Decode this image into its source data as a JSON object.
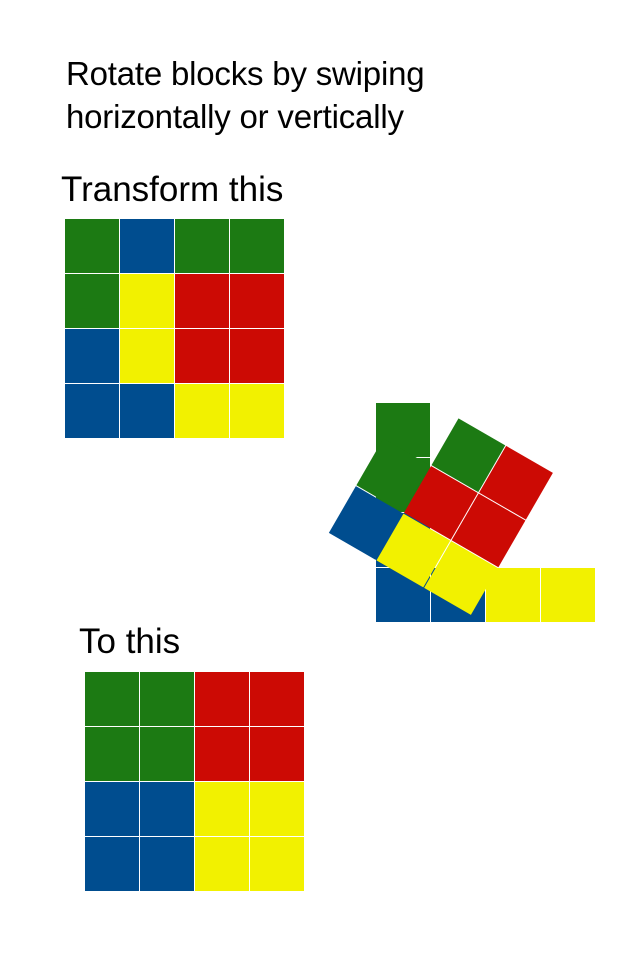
{
  "instructions": {
    "line1": "Rotate blocks by swiping",
    "line2": "horizontally or vertically"
  },
  "from_label": "Transform this",
  "to_label": "To this",
  "colors": {
    "G": "#1c7a13",
    "B": "#004d8f",
    "R": "#cc0a04",
    "Y": "#f2f100"
  },
  "grids": {
    "from": [
      [
        "G",
        "B",
        "G",
        "G"
      ],
      [
        "G",
        "Y",
        "R",
        "R"
      ],
      [
        "B",
        "Y",
        "R",
        "R"
      ],
      [
        "B",
        "B",
        "Y",
        "Y"
      ]
    ],
    "to": [
      [
        "G",
        "G",
        "R",
        "R"
      ],
      [
        "G",
        "G",
        "R",
        "R"
      ],
      [
        "B",
        "B",
        "Y",
        "Y"
      ],
      [
        "B",
        "B",
        "Y",
        "Y"
      ]
    ]
  },
  "demo": {
    "fixed": [
      [
        "G",
        null,
        null,
        null
      ],
      [
        "G",
        null,
        null,
        null
      ],
      [
        "B",
        null,
        null,
        null
      ],
      [
        "B",
        "B",
        "Y",
        "Y"
      ]
    ],
    "rotating_block": [
      [
        null,
        "G",
        "R"
      ],
      [
        "G",
        "R",
        "R"
      ],
      [
        "B",
        "Y",
        "Y"
      ]
    ],
    "rotating_block_angle_deg": 30
  }
}
